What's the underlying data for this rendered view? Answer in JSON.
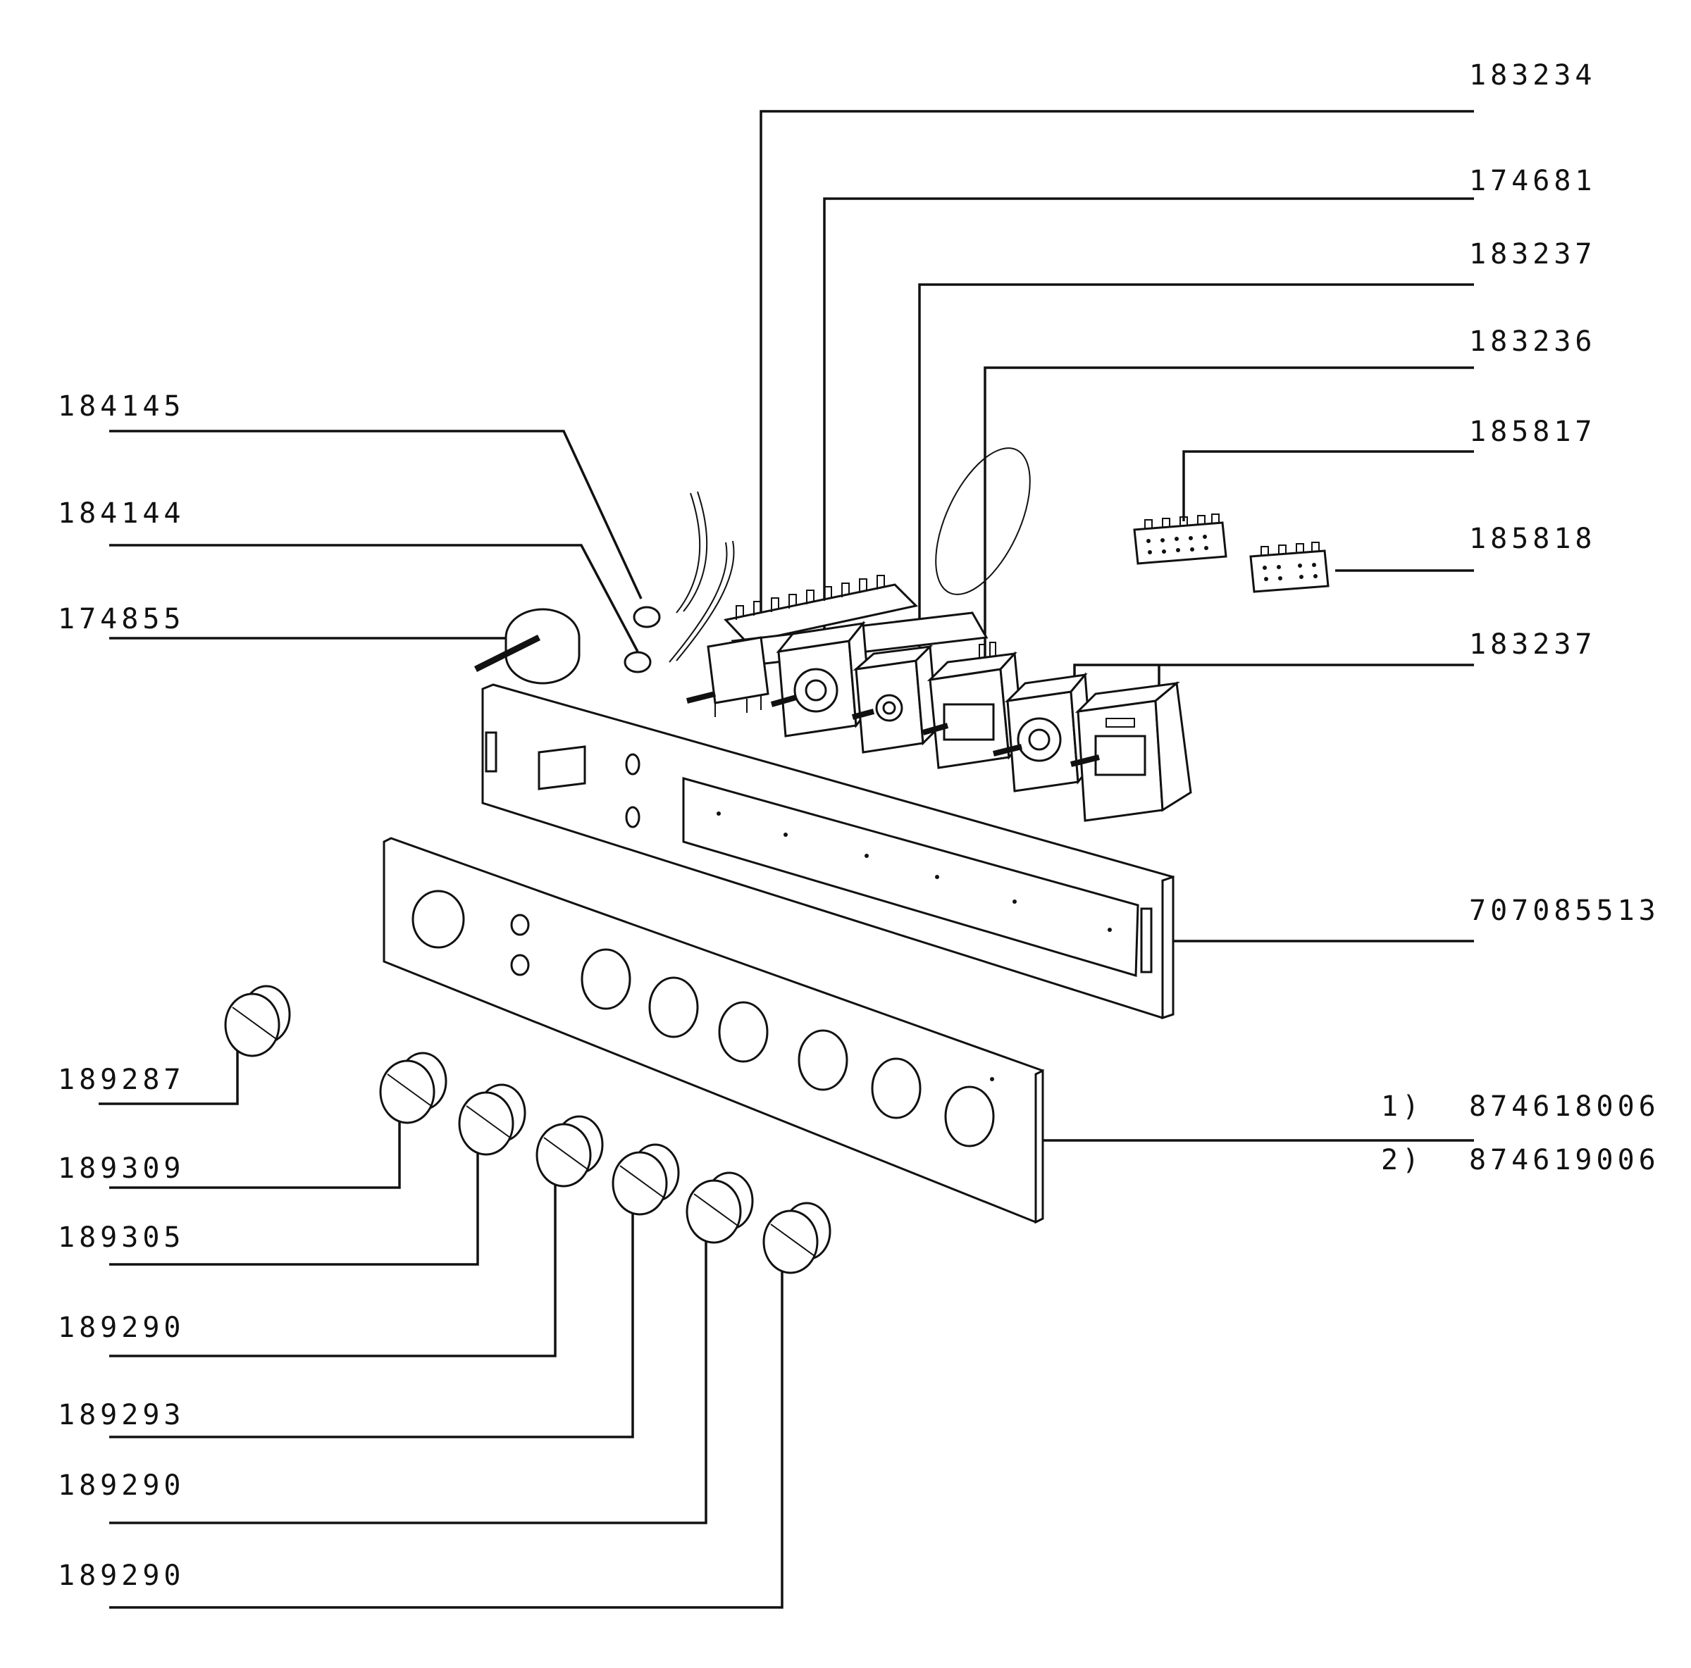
{
  "labels": {
    "p183234": "183234",
    "p174681": "174681",
    "p183237_a": "183237",
    "p183236": "183236",
    "p185817": "185817",
    "p185818": "185818",
    "p183237_b": "183237",
    "p184145": "184145",
    "p184144": "184144",
    "p174855": "174855",
    "p707085513": "707085513",
    "p189287": "189287",
    "p189309": "189309",
    "p189305": "189305",
    "p189290_a": "189290",
    "p189293": "189293",
    "p189290_b": "189290",
    "p189290_c": "189290",
    "variant1_marker": "1)",
    "variant1_part": "874618006",
    "variant2_marker": "2)",
    "variant2_part": "874619006"
  }
}
